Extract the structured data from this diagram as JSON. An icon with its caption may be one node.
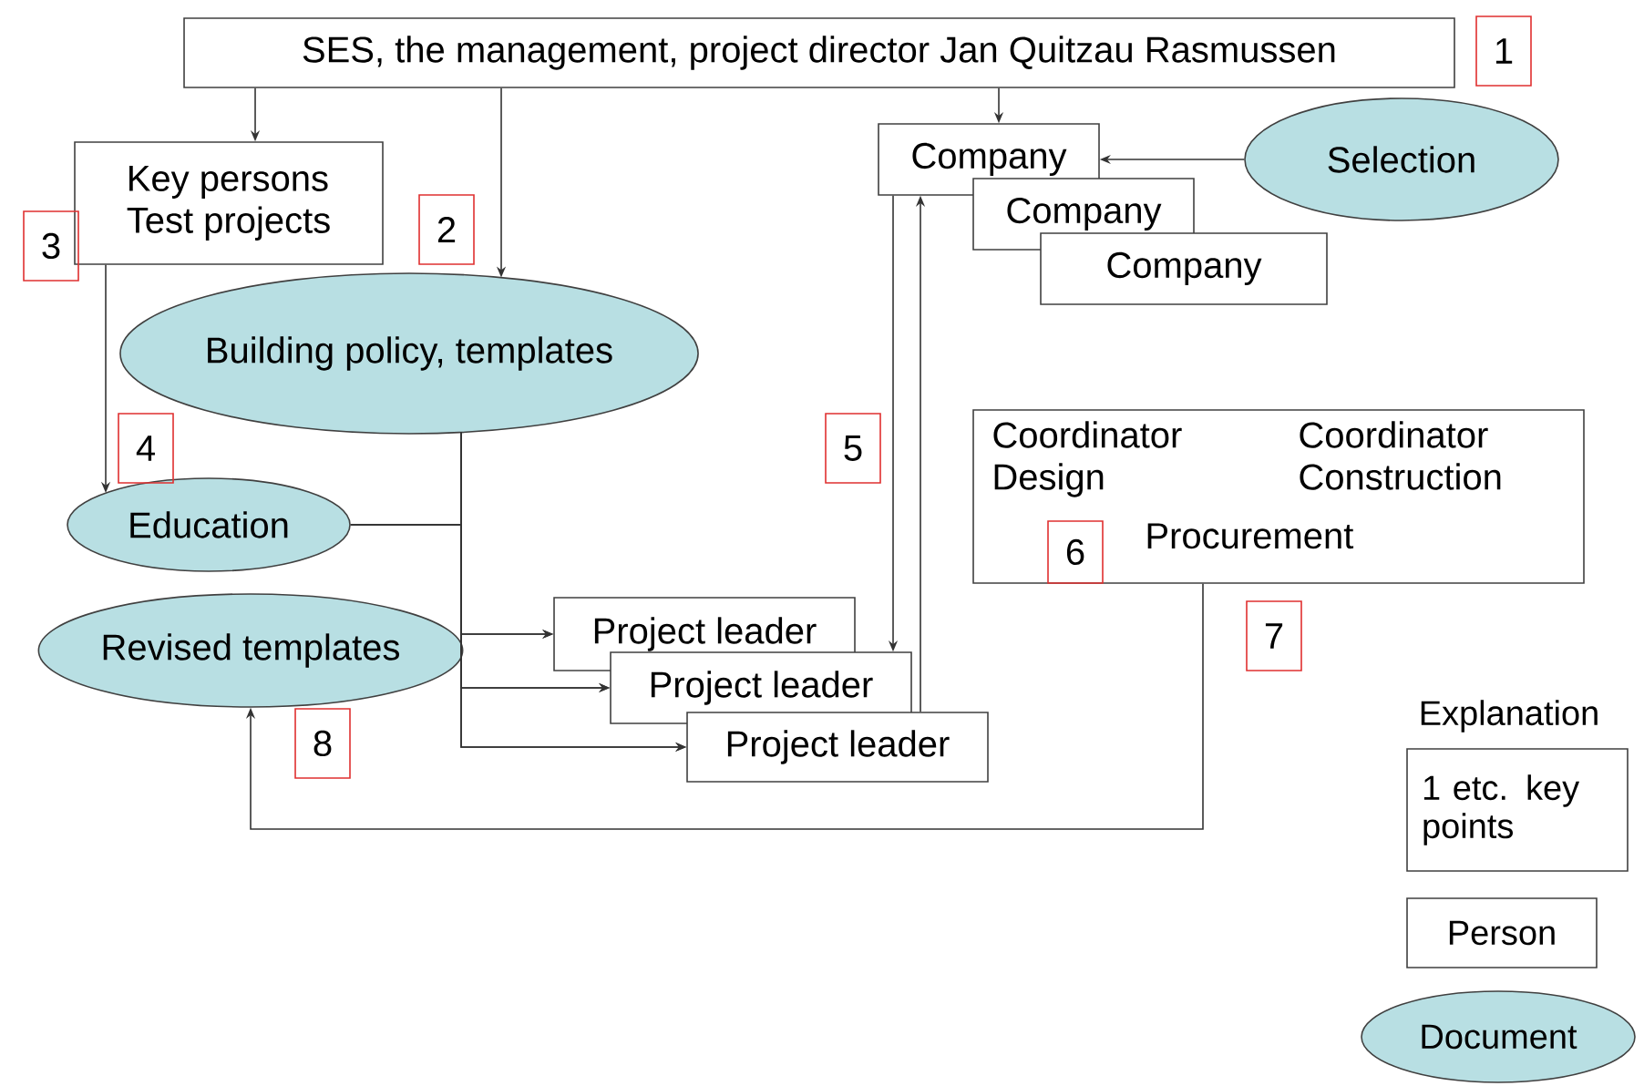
{
  "diagram": {
    "nodes": [
      {
        "text": [
          "SES, the management, project director Jan Quitzau Rasmussen"
        ]
      },
      {
        "text": [
          "Key persons",
          "Test projects"
        ]
      },
      {
        "text": [
          "Building policy, templates"
        ]
      },
      {
        "text": [
          "Education"
        ]
      },
      {
        "text": [
          "Revised templates"
        ]
      },
      {
        "text": [
          "Project leader"
        ]
      },
      {
        "text": [
          "Project leader"
        ]
      },
      {
        "text": [
          "Project leader"
        ]
      },
      {
        "text": [
          "Company"
        ]
      },
      {
        "text": [
          "Company"
        ]
      },
      {
        "text": [
          "Company"
        ]
      },
      {
        "text": [
          "Selection"
        ]
      },
      {
        "text": [
          "Coordinator Design",
          "Coordinator Construction",
          "Procurement"
        ]
      },
      {
        "text": [
          "1 etc. key points"
        ]
      },
      {
        "text": [
          "Person"
        ]
      },
      {
        "text": [
          "Document"
        ]
      },
      {
        "text": [
          "1"
        ]
      },
      {
        "text": [
          "2"
        ]
      },
      {
        "text": [
          "3"
        ]
      },
      {
        "text": [
          "4"
        ]
      },
      {
        "text": [
          "5"
        ]
      },
      {
        "text": [
          "6"
        ],
        "in": 12
      },
      {
        "text": [
          "7"
        ]
      },
      {
        "text": [
          "8"
        ]
      }
    ],
    "edges": [
      {
        "from": 0,
        "to": 1,
        "arrow": "to"
      },
      {
        "from": 0,
        "to": 2,
        "arrow": "to"
      },
      {
        "from": 0,
        "to": 8,
        "arrow": "to"
      },
      {
        "from": 11,
        "to": 8,
        "arrow": "to"
      },
      {
        "from": 1,
        "to": 3,
        "arrow": "to"
      },
      {
        "from": 2,
        "to": 5,
        "arrow": "to"
      },
      {
        "from": 2,
        "to": 6,
        "arrow": "to"
      },
      {
        "from": 2,
        "to": 7,
        "arrow": "to"
      },
      {
        "from": 3,
        "to": 5,
        "arrow": "to"
      },
      {
        "from": 3,
        "to": 6,
        "arrow": "to"
      },
      {
        "from": 3,
        "to": 7,
        "arrow": "to"
      },
      {
        "from": 8,
        "to": 6,
        "arrow": "to"
      },
      {
        "from": 7,
        "to": 8,
        "arrow": "to"
      },
      {
        "from": 12,
        "to": 4,
        "arrow": "to"
      }
    ],
    "labels": [
      "Explanation"
    ]
  }
}
